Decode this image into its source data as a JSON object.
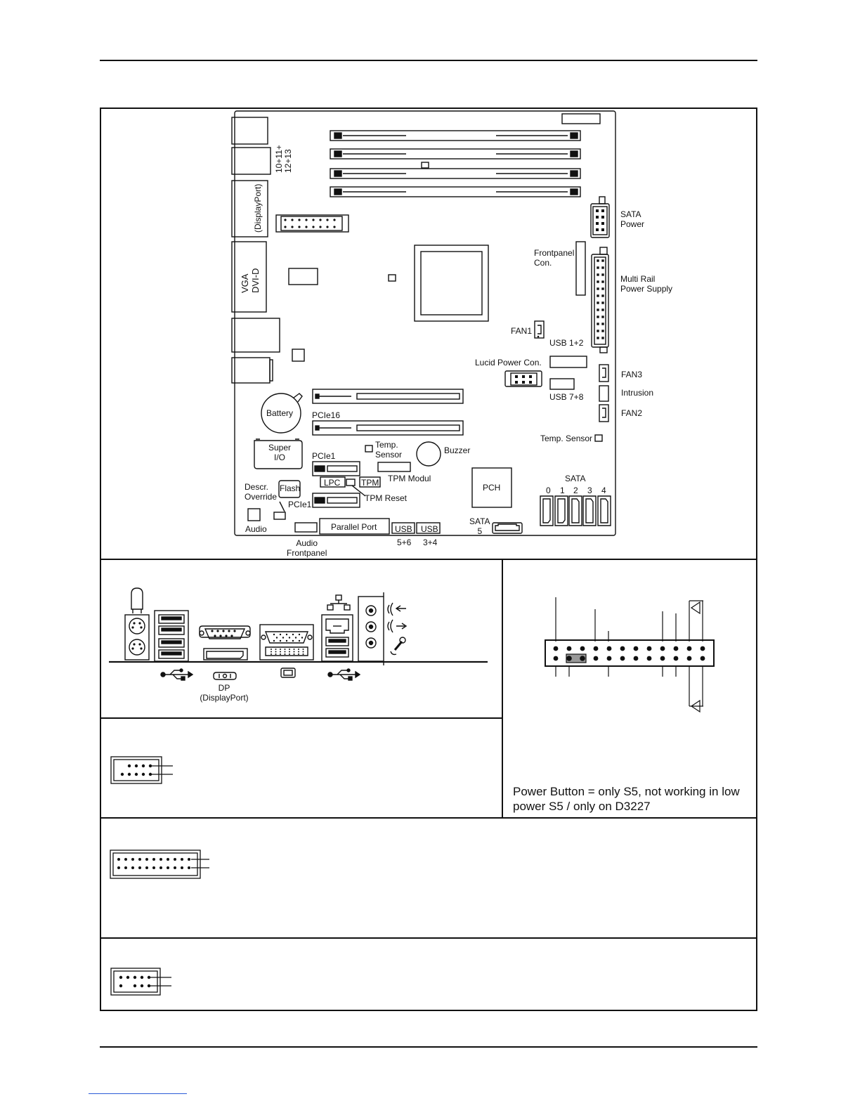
{
  "board": {
    "labels": {
      "usb_10_13": "10+11+\n12+13",
      "displayport_vertical": "(DisplayPort)",
      "vga_dvi": "VGA\nDVI-D",
      "sata_power": "SATA\nPower",
      "frontpanel_con": "Frontpanel\nCon.",
      "multi_rail": "Multi Rail\nPower Supply",
      "fan1": "FAN1",
      "usb_1_2": "USB 1+2",
      "lucid_power": "Lucid Power Con.",
      "fan3": "FAN3",
      "intrusion": "Intrusion",
      "usb_7_8": "USB 7+8",
      "fan2": "FAN2",
      "battery": "Battery",
      "pcie16": "PCIe16",
      "super_io": "Super\nI/O",
      "temp_sensor_small": "Temp.\nSensor",
      "buzzer": "Buzzer",
      "temp_sensor_right": "Temp. Sensor",
      "pcie1_top": "PCIe1",
      "tpm_modul": "TPM Modul",
      "lpc": "LPC",
      "tpm": "TPM",
      "tpm_reset": "TPM Reset",
      "pch": "PCH",
      "sata": "SATA",
      "sata_ports": [
        "0",
        "1",
        "2",
        "3",
        "4"
      ],
      "descr_override": "Descr.\nOverride",
      "flash": "Flash",
      "pcie1_bottom": "PCIe1",
      "audio": "Audio",
      "parallel_port": "Parallel Port",
      "usb_a": "USB",
      "usb_b": "USB",
      "usb_5_6": "5+6",
      "usb_3_4": "3+4",
      "sata5": "SATA\n5",
      "audio_frontpanel": "Audio\nFrontpanel"
    }
  },
  "rear_panel": {
    "dp_label": "DP\n(DisplayPort)"
  },
  "frontpanel": {
    "note": "Power Button = only S5, not working in low power S5 / only on D3227"
  }
}
